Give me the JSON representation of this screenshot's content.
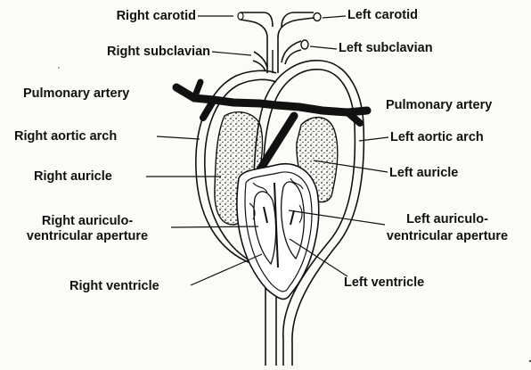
{
  "labels": {
    "right_carotid": "Right carotid",
    "left_carotid": "Left carotid",
    "right_subclavian": "Right subclavian",
    "left_subclavian": "Left subclavian",
    "pulmonary_artery_left": "Pulmonary artery",
    "pulmonary_artery_right": "Pulmonary artery",
    "right_aortic_arch": "Right aortic arch",
    "left_aortic_arch": "Left aortic arch",
    "right_auricle": "Right auricle",
    "left_auricle": "Left auricle",
    "right_av_line1": "Right auriculo-",
    "right_av_line2": "ventricular aperture",
    "left_av_line1": "Left auriculo-",
    "left_av_line2": "ventricular aperture",
    "right_ventricle": "Right ventricle",
    "left_ventricle": "Left ventricle"
  },
  "colors": {
    "ink": "#111111",
    "paper": "#fbfbf8"
  }
}
